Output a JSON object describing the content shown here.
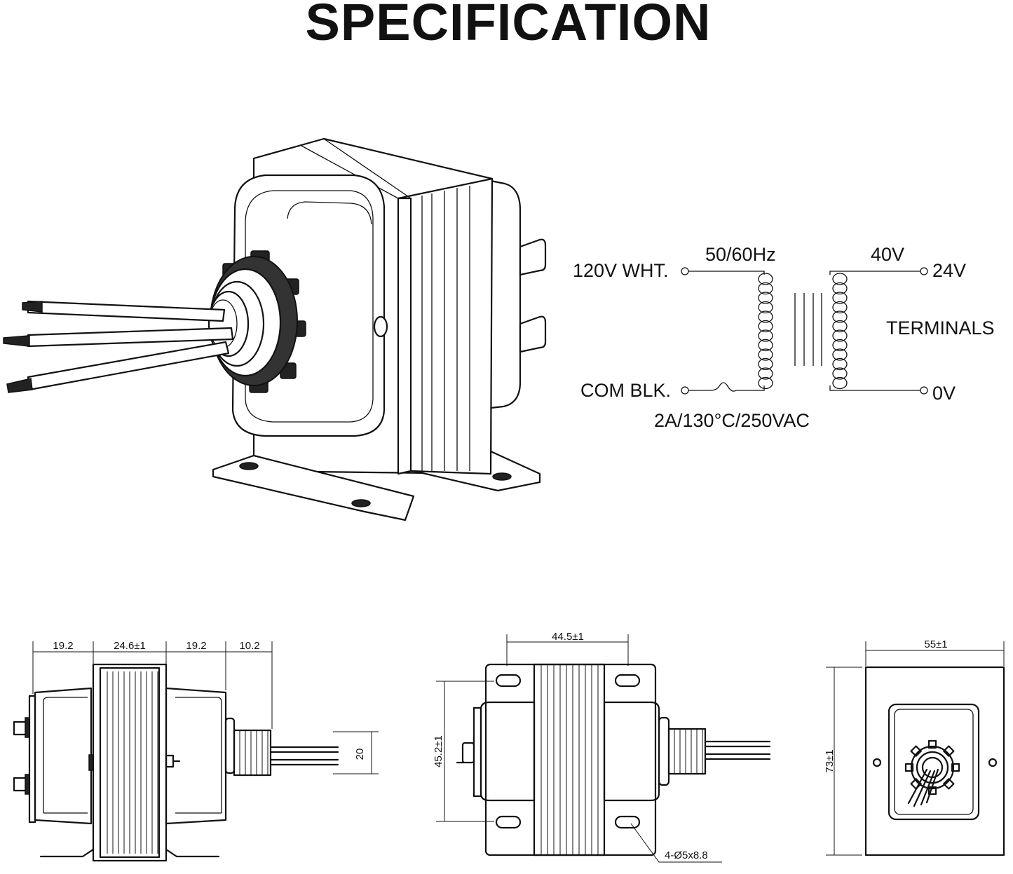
{
  "title": "SPECIFICATION",
  "schematic": {
    "primary_top_label": "120V WHT.",
    "primary_bottom_label": "COM BLK.",
    "frequency_label": "50/60Hz",
    "va_label": "40V",
    "secondary_top_label": "24V",
    "secondary_bottom_label": "0V",
    "terminals_label": "TERMINALS",
    "fuse_label": "2A/130°C/250VAC"
  },
  "side_view": {
    "dim_a": "19.2",
    "dim_b": "24.6±1",
    "dim_c": "19.2",
    "dim_d": "10.2",
    "dim_wire": "20"
  },
  "top_view": {
    "dim_width": "44.5±1",
    "dim_height": "45.2±1",
    "holes_label": "4-Ø5x8.8"
  },
  "end_view": {
    "dim_width": "55±1",
    "dim_height": "73±1"
  }
}
